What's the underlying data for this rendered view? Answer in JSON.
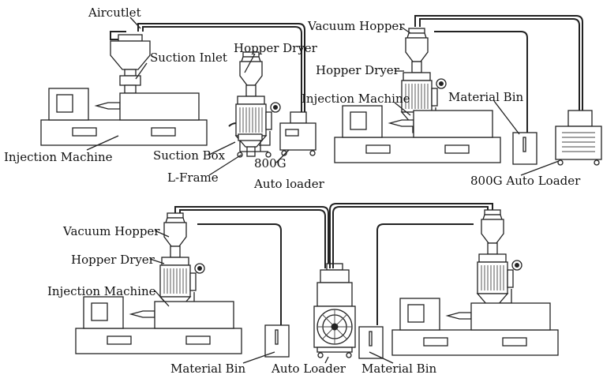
{
  "labels": {
    "aircutlet": "Aircutlet",
    "suction_inlet": "Suction Inlet",
    "hopper_dryer_1": "Hopper Dryer",
    "injection_machine_1": "Injection Machine",
    "suction_box": "Suction Box",
    "l_frame": "L-Frame",
    "auto_loader_800g_top": "800G",
    "auto_loader_800g_bottom": "Auto loader",
    "vacuum_hopper_2": "Vacuum Hopper",
    "hopper_dryer_2": "Hopper Dryer",
    "injection_machine_2": "Injection Machine",
    "material_bin_2": "Material Bin",
    "auto_loader_800g_2": "800G Auto Loader",
    "vacuum_hopper_3": "Vacuum Hopper",
    "hopper_dryer_3": "Hopper Dryer",
    "injection_machine_3": "Injection Machine",
    "material_bin_3": "Material Bin",
    "auto_loader_3": "Auto Loader",
    "material_bin_4": "Material Bin"
  }
}
